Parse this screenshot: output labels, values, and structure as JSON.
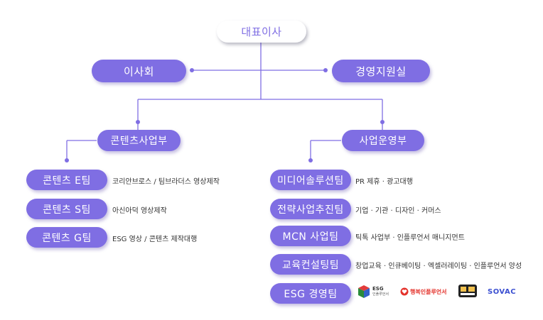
{
  "ceo": "대표이사",
  "board": "이사회",
  "support": "경영지원실",
  "divisions": {
    "content": {
      "label": "콘텐츠사업부",
      "teams": [
        {
          "name": "콘텐츠 E팀",
          "desc": "코리안브로스 / 팀브라더스 영상제작"
        },
        {
          "name": "콘텐츠 S팀",
          "desc": "아신아덕 영상제작"
        },
        {
          "name": "콘텐츠 G팀",
          "desc": "ESG 영상 / 콘텐츠 제작대행"
        }
      ]
    },
    "business": {
      "label": "사업운영부",
      "teams": [
        {
          "name": "미디어솔루션팀",
          "desc": "PR 제휴 · 광고대행"
        },
        {
          "name": "전략사업추진팀",
          "desc": "기업 · 기관 · 디자인 · 커머스"
        },
        {
          "name": "MCN 사업팀",
          "desc": "틱톡 사업부 · 인플루언서 매니지먼트"
        },
        {
          "name": "교육컨설팅팀",
          "desc": "창업교육 · 인큐베이팅 · 엑셀러레이팅 · 인플루언서 양성"
        },
        {
          "name": "ESG 경영팀",
          "desc": ""
        }
      ]
    }
  },
  "logos": {
    "esg": {
      "title": "ESG",
      "sub": "인플루언서"
    },
    "happy": "행복인플루언서",
    "sovac": "SOVAC"
  },
  "colors": {
    "accent": "#7f6ee3",
    "line": "#7f6ee3"
  }
}
